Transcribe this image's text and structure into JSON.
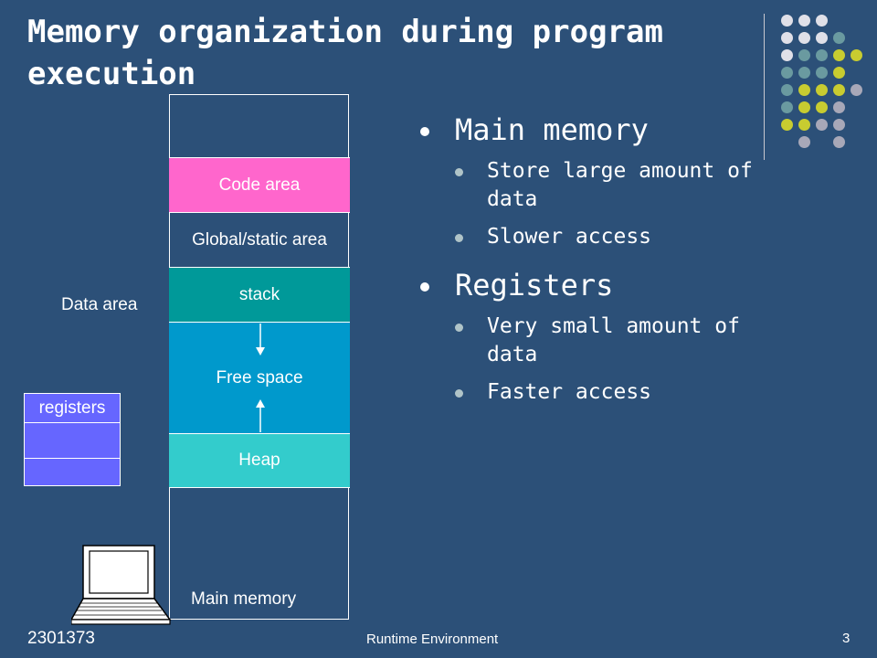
{
  "slide": {
    "title": "Memory organization during program execution"
  },
  "memory": {
    "segments": {
      "code": "Code area",
      "global": "Global/static area",
      "stack": "stack",
      "free": "Free space",
      "heap": "Heap"
    },
    "data_area_label": "Data area",
    "main_memory_label": "Main memory",
    "registers_label": "registers"
  },
  "bullets": [
    {
      "text": "Main memory",
      "sub": [
        "Store large amount of data",
        "Slower access"
      ]
    },
    {
      "text": "Registers",
      "sub": [
        "Very small amount of data",
        "Faster access"
      ]
    }
  ],
  "footer": {
    "course_id": "2301373",
    "center": "Runtime Environment",
    "page": "3"
  },
  "colors": {
    "background": "#2c5078",
    "code_area": "#ff66cc",
    "stack": "#009999",
    "free_space": "#0099cc",
    "heap": "#33cccc",
    "registers": "#6666ff",
    "dot_white": "#e0e0e8",
    "dot_teal": "#6a9aa0",
    "dot_yellow": "#c8cc30",
    "dot_grey": "#a8a8b8"
  }
}
